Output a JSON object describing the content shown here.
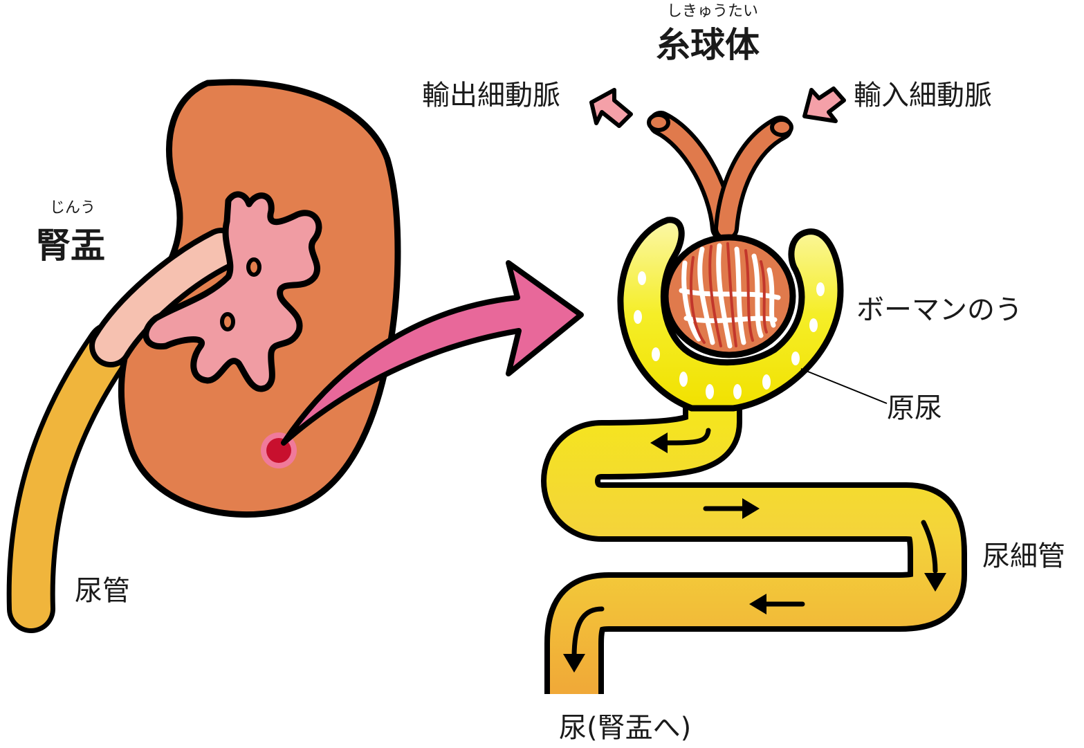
{
  "labels": {
    "glomerulus_ruby": "しきゅうたい",
    "glomerulus": "糸球体",
    "efferent_arteriole": "輸出細動脈",
    "afferent_arteriole": "輸入細動脈",
    "renal_pelvis_ruby": "じんう",
    "renal_pelvis": "腎盂",
    "bowman_capsule": "ボーマンのう",
    "primary_urine": "原尿",
    "renal_tubule": "尿細管",
    "ureter": "尿管",
    "urine_to_pelvis": "尿(腎盂へ)"
  },
  "colors": {
    "kidney": "#E27F4E",
    "pelvis": "#F09CA3",
    "ureter": "#F0B53C",
    "arrow_pink": "#E8689A",
    "small_arrow": "#F4A0A8",
    "capsule": "#F5EE28",
    "tubule": "#F3C63A",
    "vessel": "#E07A4C",
    "capillary_red": "#C2362B",
    "outline": "#000000"
  }
}
